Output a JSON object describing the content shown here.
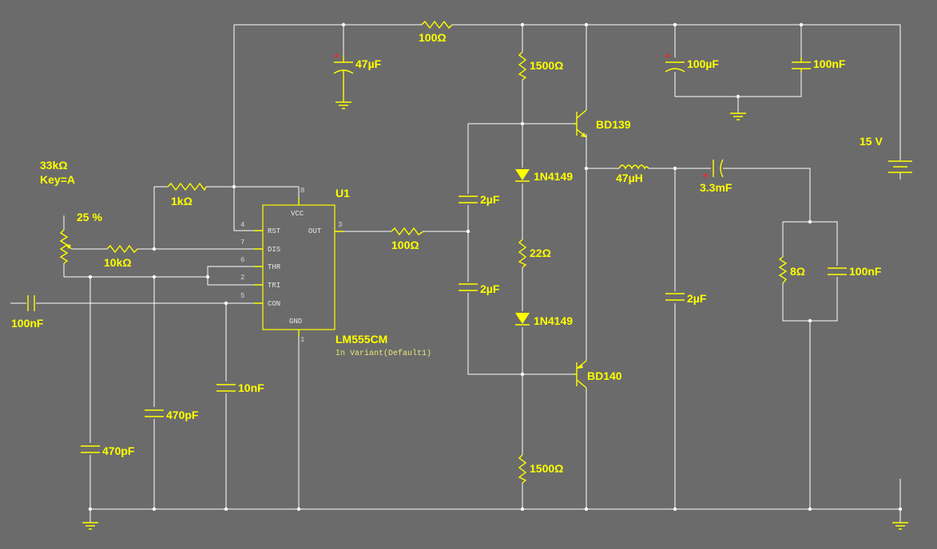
{
  "labels": {
    "r_top": "100Ω",
    "c_47": "47µF",
    "r_1500_top": "1500Ω",
    "q_top": "BD139",
    "c_100u": "100µF",
    "c_100n_top": "100nF",
    "supply": "15 V",
    "pot_value": "33kΩ",
    "pot_key": "Key=A",
    "pot_pct": "25 %",
    "r_1k": "1kΩ",
    "r_10k": "10kΩ",
    "c_con": "100nF",
    "u1_ref": "U1",
    "u1_part": "LM555CM",
    "u1_variant": "In Variant(Default1)",
    "r_out": "100Ω",
    "c_2u_a": "2µF",
    "c_2u_b": "2µF",
    "d_top": "1N4149",
    "r_22": "22Ω",
    "d_bot": "1N4149",
    "q_bot": "BD140",
    "r_1500_bot": "1500Ω",
    "l_47u": "47µH",
    "c_3m3": "3.3mF",
    "r_8": "8Ω",
    "c_100n_out": "100nF",
    "c_2u_out": "2µF",
    "c_10n": "10nF",
    "c_470_a": "470pF",
    "c_470_b": "470pF"
  },
  "ic": {
    "pins": {
      "vcc": "VCC",
      "rst": "RST",
      "dis": "DIS",
      "thr": "THR",
      "tri": "TRI",
      "con": "CON",
      "out": "OUT",
      "gnd": "GND"
    },
    "pin_numbers": {
      "p8": "8",
      "p4": "4",
      "p7": "7",
      "p6": "6",
      "p2": "2",
      "p5": "5",
      "p3": "3",
      "p1": "1"
    }
  },
  "colors": {
    "background": "#6b6b6b",
    "wire": "#ffffff",
    "component": "#ffff00",
    "polarity": "#ff2020"
  },
  "icons": [
    "resistor-icon",
    "capacitor-icon",
    "electrolytic-capacitor-icon",
    "diode-icon",
    "inductor-icon",
    "npn-transistor-icon",
    "pnp-transistor-icon",
    "potentiometer-icon",
    "ground-icon",
    "battery-icon",
    "ic-555-icon"
  ]
}
